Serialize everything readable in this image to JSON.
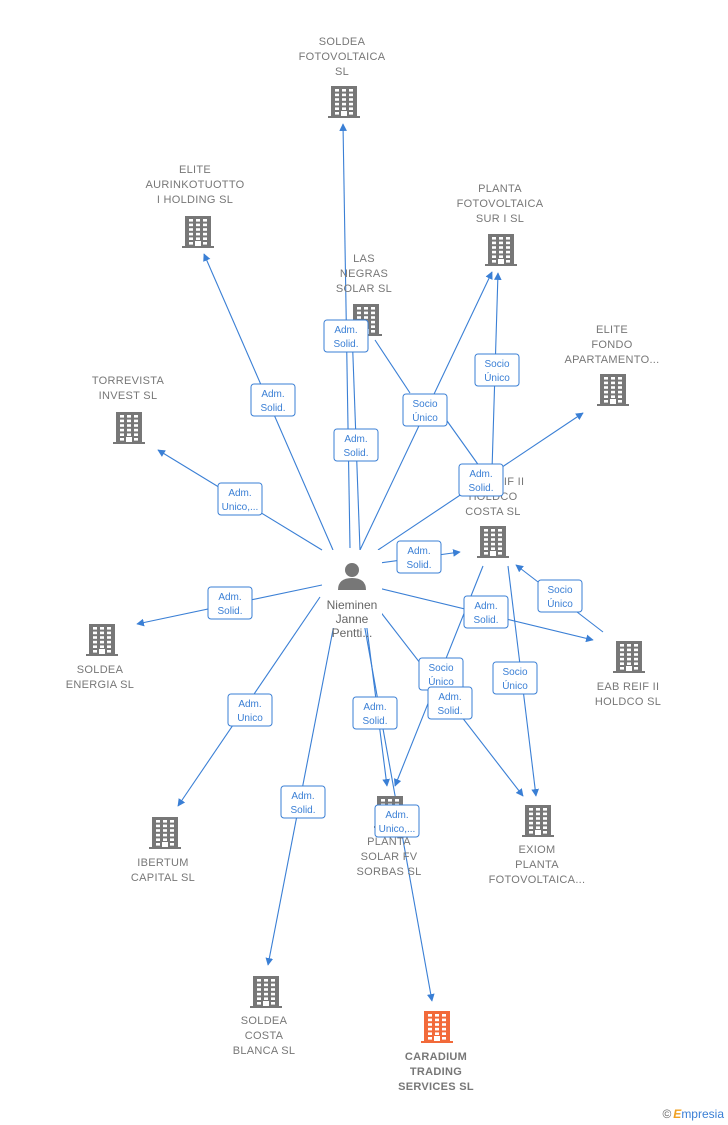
{
  "center": {
    "id": "nieminen",
    "label": [
      "Nieminen",
      "Janne",
      "Pentti..."
    ]
  },
  "nodes": [
    {
      "id": "soldea-fotovoltaica",
      "label": [
        "SOLDEA",
        "FOTOVOLTAICA",
        "SL"
      ],
      "main": false
    },
    {
      "id": "elite-aurinkotuotto",
      "label": [
        "ELITE",
        "AURINKOTUOTTO",
        "I HOLDING  SL"
      ],
      "main": false
    },
    {
      "id": "planta-fotovoltaica-sur",
      "label": [
        "PLANTA",
        "FOTOVOLTAICA",
        "SUR I  SL"
      ],
      "main": false
    },
    {
      "id": "las-negras-solar",
      "label": [
        "LAS",
        "NEGRAS",
        "SOLAR  SL"
      ],
      "main": false
    },
    {
      "id": "elite-fondo",
      "label": [
        "ELITE",
        "FONDO",
        "APARTAMENTO..."
      ],
      "main": false
    },
    {
      "id": "torrevista-invest",
      "label": [
        "TORREVISTA",
        "INVEST  SL"
      ],
      "main": false
    },
    {
      "id": "eab-reif-holdco-costa",
      "label": [
        "EAB REIF II",
        "HOLDCO",
        "COSTA  SL"
      ],
      "main": false
    },
    {
      "id": "soldea-energia",
      "label": [
        "SOLDEA",
        "ENERGIA  SL"
      ],
      "main": false
    },
    {
      "id": "eab-reif-holdco",
      "label": [
        "EAB REIF II",
        "HOLDCO  SL"
      ],
      "main": false
    },
    {
      "id": "ibertum-capital",
      "label": [
        "IBERTUM",
        "CAPITAL  SL"
      ],
      "main": false
    },
    {
      "id": "planta-solar-sorbas",
      "label": [
        "PLANTA",
        "SOLAR FV",
        "SORBAS  SL"
      ],
      "main": false
    },
    {
      "id": "exiom-planta",
      "label": [
        "EXIOM",
        "PLANTA",
        "FOTOVOLTAICA..."
      ],
      "main": false
    },
    {
      "id": "soldea-costa-blanca",
      "label": [
        "SOLDEA",
        "COSTA",
        "BLANCA  SL"
      ],
      "main": false
    },
    {
      "id": "caradium-trading",
      "label": [
        "CARADIUM",
        "TRADING",
        "SERVICES  SL"
      ],
      "main": true
    }
  ],
  "edges": [
    {
      "id": "e-soldea-fotovoltaica",
      "label": [
        "Adm.",
        "Solid."
      ]
    },
    {
      "id": "e-elite-aurinkotuotto",
      "label": [
        "Adm.",
        "Solid."
      ]
    },
    {
      "id": "e-las-negras",
      "label": [
        "Adm.",
        "Solid."
      ]
    },
    {
      "id": "e-planta-sur",
      "label": [
        "Socio",
        "Único"
      ]
    },
    {
      "id": "e-holdco-costa-to-sur",
      "label": [
        "Socio",
        "Único"
      ]
    },
    {
      "id": "e-elite-fondo",
      "label": [
        "Adm.",
        "Solid."
      ]
    },
    {
      "id": "e-torrevista",
      "label": [
        "Adm.",
        "Unico,..."
      ]
    },
    {
      "id": "e-holdco-costa",
      "label": [
        "Adm.",
        "Solid."
      ]
    },
    {
      "id": "e-soldea-energia",
      "label": [
        "Adm.",
        "Solid."
      ]
    },
    {
      "id": "e-eab-holdco",
      "label": [
        "Adm.",
        "Solid."
      ]
    },
    {
      "id": "e-eab-holdco-to-costa",
      "label": [
        "Socio",
        "Único"
      ]
    },
    {
      "id": "e-ibertum",
      "label": [
        "Adm.",
        "Unico"
      ]
    },
    {
      "id": "e-sorbas",
      "label": [
        "Adm.",
        "Solid."
      ]
    },
    {
      "id": "e-costa-to-sorbas",
      "label": [
        "Socio",
        "Único"
      ]
    },
    {
      "id": "e-exiom",
      "label": [
        "Adm.",
        "Solid."
      ]
    },
    {
      "id": "e-costa-to-exiom",
      "label": [
        "Socio",
        "Único"
      ]
    },
    {
      "id": "e-costa-blanca",
      "label": [
        "Adm.",
        "Solid."
      ]
    },
    {
      "id": "e-caradium",
      "label": [
        "Adm.",
        "Unico,..."
      ]
    }
  ],
  "brand": {
    "copyright": "©",
    "initial": "E",
    "name": "mpresia"
  },
  "colors": {
    "edge": "#3a7fd5",
    "building": "#777777",
    "building_main": "#f26a3a",
    "person": "#777777"
  }
}
